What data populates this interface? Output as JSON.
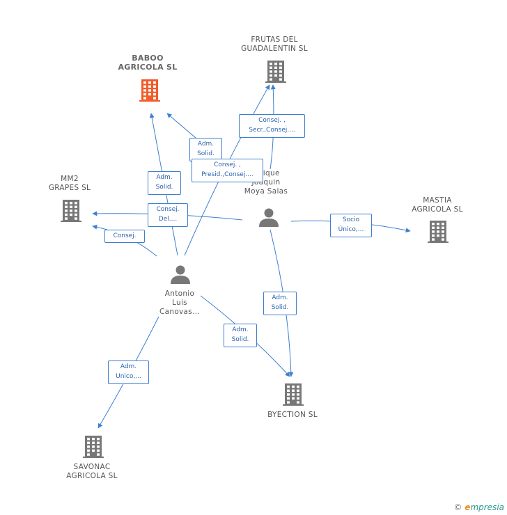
{
  "colors": {
    "edge": "#3d7fd0",
    "company": "#777777",
    "focus_company": "#f25c2a",
    "person": "#777777"
  },
  "companies": [
    {
      "id": "baboo",
      "label": "BABOO\nAGRICOLA SL",
      "focus": true
    },
    {
      "id": "frutas",
      "label": "FRUTAS DEL\nGUADALENTIN SL"
    },
    {
      "id": "mm2",
      "label": "MM2\nGRAPES SL"
    },
    {
      "id": "mastia",
      "label": "MASTIA\nAGRICOLA SL"
    },
    {
      "id": "byection",
      "label": "BYECTION SL"
    },
    {
      "id": "savonac",
      "label": "SAVONAC\nAGRICOLA SL"
    }
  ],
  "people": [
    {
      "id": "enrique",
      "label": "...rique\nJoaquin\nMoya Salas"
    },
    {
      "id": "antonio",
      "label": "Antonio\nLuis\nCanovas..."
    }
  ],
  "edges": [
    {
      "id": "e1",
      "label": "Consej. ,\nSecr.,Consej...."
    },
    {
      "id": "e2",
      "label": "Adm.\nSolid."
    },
    {
      "id": "e3",
      "label": "Consej. ,\nPresid.,Consej...."
    },
    {
      "id": "e4",
      "label": "Adm.\nSolid."
    },
    {
      "id": "e5",
      "label": "Consej.\nDel...."
    },
    {
      "id": "e6",
      "label": "Consej."
    },
    {
      "id": "e7",
      "label": "Socio\nÚnico,..."
    },
    {
      "id": "e8",
      "label": "Adm.\nSolid."
    },
    {
      "id": "e9",
      "label": "Adm.\nSolid."
    },
    {
      "id": "e10",
      "label": "Adm.\nUnico,..."
    }
  ],
  "footer": {
    "copyright": "©",
    "brand_e": "e",
    "brand_rest": "mpresia"
  }
}
